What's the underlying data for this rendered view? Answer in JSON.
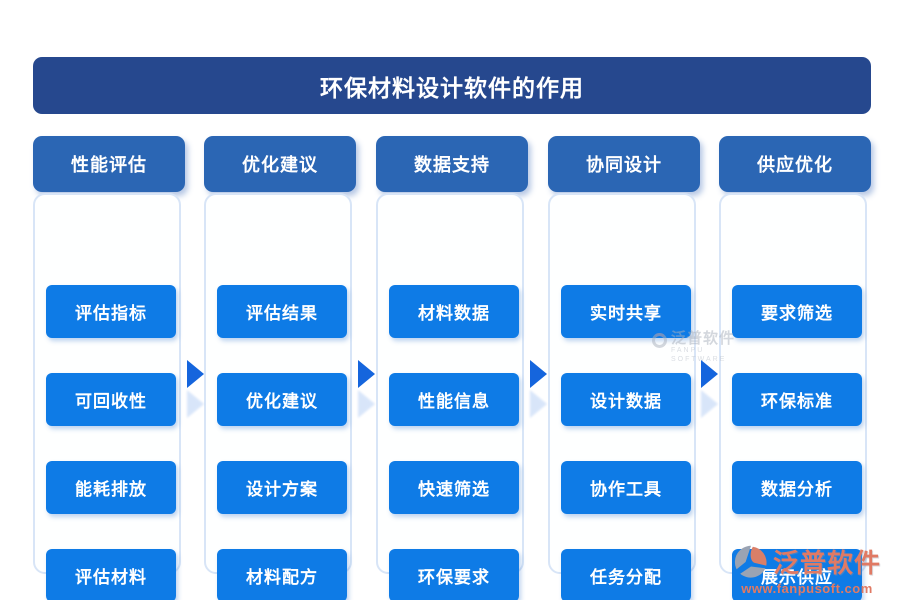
{
  "title": "环保材料设计软件的作用",
  "colors": {
    "title-bg": "#26488e",
    "header-bg": "#2b66b4",
    "item-bg": "#0e7be6",
    "arrow": "#1565dd",
    "panel-bg": "#feffff",
    "panel-border": "#d8e5f7",
    "wm-coral": "#e07a64"
  },
  "columns": [
    {
      "header": "性能评估",
      "items": [
        "评估指标",
        "可回收性",
        "能耗排放",
        "评估材料"
      ]
    },
    {
      "header": "优化建议",
      "items": [
        "评估结果",
        "优化建议",
        "设计方案",
        "材料配方"
      ]
    },
    {
      "header": "数据支持",
      "items": [
        "材料数据",
        "性能信息",
        "快速筛选",
        "环保要求"
      ]
    },
    {
      "header": "协同设计",
      "items": [
        "实时共享",
        "设计数据",
        "协作工具",
        "任务分配"
      ]
    },
    {
      "header": "供应优化",
      "items": [
        "要求筛选",
        "环保标准",
        "数据分析",
        "展示供应"
      ]
    }
  ],
  "watermark_center": {
    "text": "泛普软件",
    "subtext": "FANPU SOFTWARE"
  },
  "watermark_footer": {
    "brand": "泛普软件",
    "url": "www.fanpusoft.com"
  }
}
